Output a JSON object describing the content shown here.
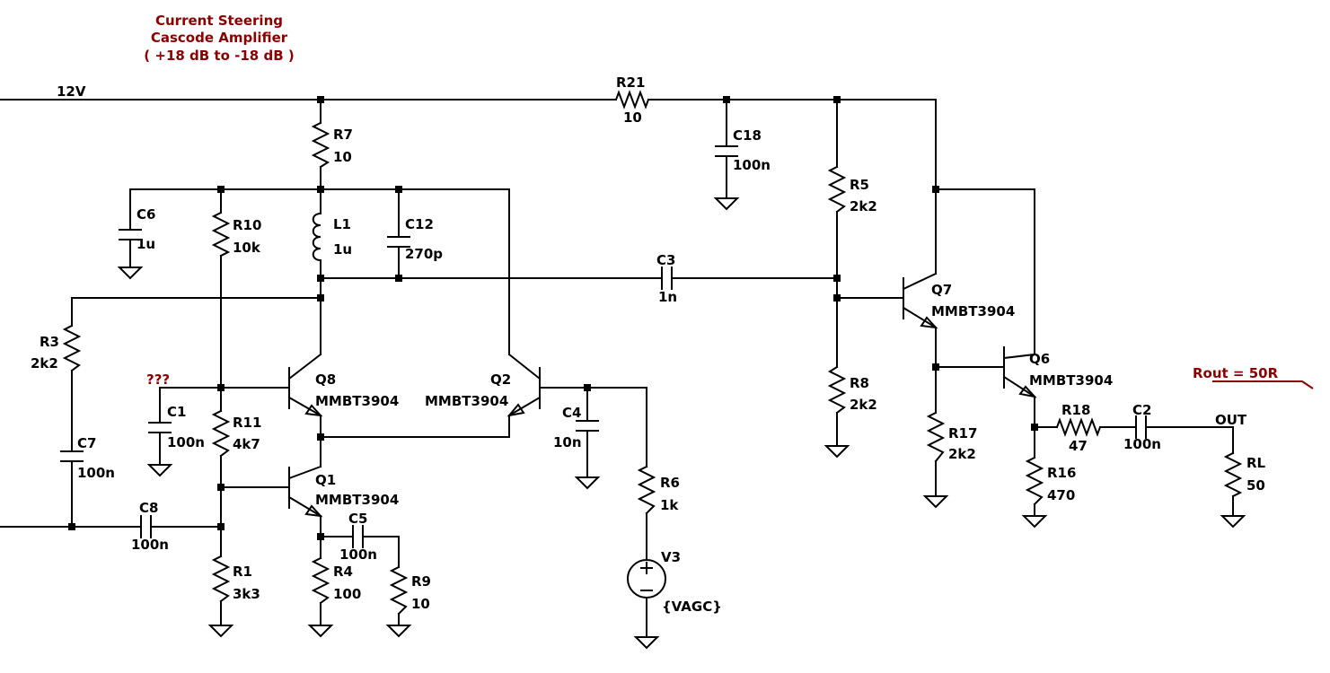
{
  "title": {
    "line1": "Current Steering",
    "line2": "Cascode Amplifier",
    "line3": "( +18 dB to -18 dB )"
  },
  "colors": {
    "wire": "#000000",
    "annotation": "#8b0000",
    "background": "#ffffff"
  },
  "nets": {
    "supply": "12V",
    "output": "OUT",
    "unknown_input": "???",
    "rout_note": "Rout = 50R"
  },
  "components": {
    "R21": {
      "ref": "R21",
      "value": "10"
    },
    "R7": {
      "ref": "R7",
      "value": "10"
    },
    "C18": {
      "ref": "C18",
      "value": "100n"
    },
    "R5": {
      "ref": "R5",
      "value": "2k2"
    },
    "C6": {
      "ref": "C6",
      "value": "1u"
    },
    "R10": {
      "ref": "R10",
      "value": "10k"
    },
    "L1": {
      "ref": "L1",
      "value": "1u"
    },
    "C12": {
      "ref": "C12",
      "value": "270p"
    },
    "C3": {
      "ref": "C3",
      "value": "1n"
    },
    "Q7": {
      "ref": "Q7",
      "value": "MMBT3904"
    },
    "R3": {
      "ref": "R3",
      "value": "2k2"
    },
    "Q8": {
      "ref": "Q8",
      "value": "MMBT3904"
    },
    "Q2": {
      "ref": "Q2",
      "value": "MMBT3904"
    },
    "R8": {
      "ref": "R8",
      "value": "2k2"
    },
    "Q6": {
      "ref": "Q6",
      "value": "MMBT3904"
    },
    "C1": {
      "ref": "C1",
      "value": "100n"
    },
    "C4": {
      "ref": "C4",
      "value": "10n"
    },
    "R11": {
      "ref": "R11",
      "value": "4k7"
    },
    "C7": {
      "ref": "C7",
      "value": "100n"
    },
    "R18": {
      "ref": "R18",
      "value": "47"
    },
    "C2": {
      "ref": "C2",
      "value": "100n"
    },
    "R17": {
      "ref": "R17",
      "value": "2k2"
    },
    "R6": {
      "ref": "R6",
      "value": "1k"
    },
    "RL": {
      "ref": "RL",
      "value": "50"
    },
    "Q1": {
      "ref": "Q1",
      "value": "MMBT3904"
    },
    "R16": {
      "ref": "R16",
      "value": "470"
    },
    "C8": {
      "ref": "C8",
      "value": "100n"
    },
    "C5": {
      "ref": "C5",
      "value": "100n"
    },
    "V3": {
      "ref": "V3",
      "value": "{VAGC}"
    },
    "R1": {
      "ref": "R1",
      "value": "3k3"
    },
    "R4": {
      "ref": "R4",
      "value": "100"
    },
    "R9": {
      "ref": "R9",
      "value": "10"
    }
  }
}
